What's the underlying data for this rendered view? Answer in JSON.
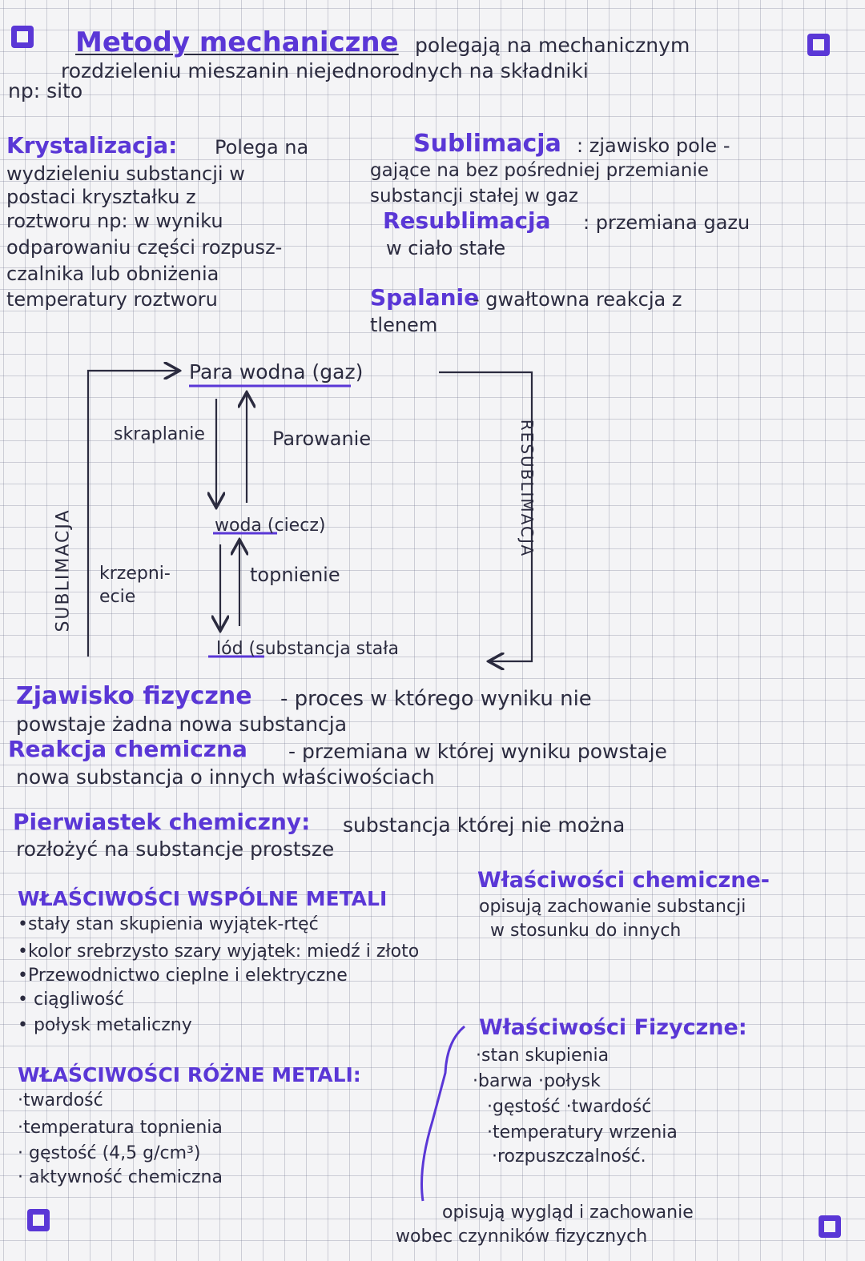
{
  "mechanical": {
    "title": "Metody mechaniczne",
    "line1_rest": "polegają na mechanicznym",
    "line2": "rozdzieleniu mieszanin niejednorodnych na składniki",
    "line3": "np: sito"
  },
  "crystallization": {
    "title": "Krystalizacja:",
    "lines": [
      "Polega na",
      "wydzieleniu substancji w",
      "postaci kryształku z",
      "roztworu np: w wyniku",
      "odparowaniu części rozpusz-",
      "czalnika lub obniżenia",
      "temperatury roztworu"
    ]
  },
  "sublimation": {
    "title": "Sublimacja",
    "rest": ": zjawisko pole -",
    "lines": [
      "gające na bez pośredniej przemianie",
      "substancji stałej w gaz"
    ]
  },
  "resublimation": {
    "title": "Resublimacja",
    "rest": ": przemiana gazu",
    "line2": "w ciało stałe"
  },
  "combustion": {
    "title": "Spalanie",
    "rest": "- gwałtowna reakcja z",
    "line2": "tlenem"
  },
  "diagram": {
    "vapor": "Para wodna (gaz)",
    "condensation": "skraplanie",
    "evaporation": "Parowanie",
    "water": "woda (ciecz)",
    "freezing_1": "krzepni-",
    "freezing_2": "ecie",
    "melting": "topnienie",
    "ice": "lód (substancja stała",
    "left_side": "SUBLIMACJA",
    "right_side": "RESUBLIMACJA"
  },
  "physical_phenomenon": {
    "title": "Zjawisko fizyczne",
    "rest": "- proces w którego wyniku nie",
    "line2": "powstaje żadna nowa substancja"
  },
  "chemical_reaction": {
    "title": "Reakcja chemiczna",
    "rest": "- przemiana w której wyniku powstaje",
    "line2": "nowa substancja o innych właściwościach"
  },
  "element": {
    "title": "Pierwiastek chemiczny:",
    "rest": "substancja której nie można",
    "line2": "rozłożyć na substancje prostsze"
  },
  "chemical_properties": {
    "title": "Właściwości chemiczne-",
    "lines": [
      "opisują zachowanie substancji",
      "w stosunku do innych"
    ]
  },
  "metal_common": {
    "title": "WŁAŚCIWOŚCI WSPÓLNE METALI",
    "items": [
      "•stały stan skupienia wyjątek-rtęć",
      "•kolor srebrzysto szary wyjątek: miedź i złoto",
      "•Przewodnictwo cieplne i elektryczne",
      "• ciągliwość",
      "• połysk metaliczny"
    ]
  },
  "physical_properties": {
    "title": "Właściwości Fizyczne:",
    "items": [
      "·stan skupienia",
      "·barwa  ·połysk",
      "·gęstość     ·twardość",
      "·temperatury wrzenia",
      "·rozpuszczalność."
    ],
    "desc_1": "opisują wygląd i zachowanie",
    "desc_2": "wobec czynników fizycznych"
  },
  "metal_different": {
    "title": "WŁAŚCIWOŚCI RÓŻNE METALI:",
    "items": [
      "·twardość",
      "·temperatura topnienia",
      "· gęstość  (4,5 g/cm³)",
      "· aktywność  chemiczna"
    ]
  },
  "colors": {
    "accent": "#5a37d6",
    "ink": "#2b2b3f"
  }
}
